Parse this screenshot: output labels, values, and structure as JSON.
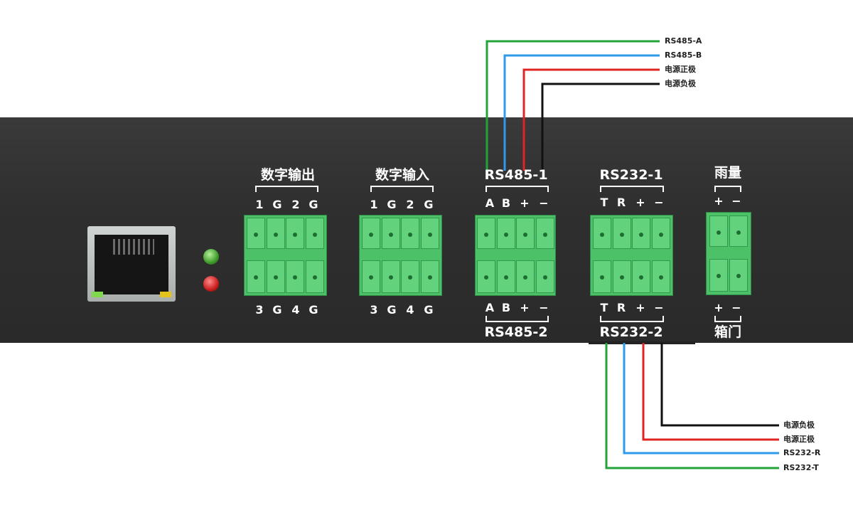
{
  "groups": {
    "do_title": "数字输出",
    "di_title": "数字输入",
    "rs485_1": "RS485-1",
    "rs485_2": "RS485-2",
    "rs232_1": "RS232-1",
    "rs232_2": "RS232-2",
    "rain": "雨量",
    "door": "箱门"
  },
  "pins": {
    "do_top": [
      "1",
      "G",
      "2",
      "G"
    ],
    "do_bottom": [
      "3",
      "G",
      "4",
      "G"
    ],
    "di_top": [
      "1",
      "G",
      "2",
      "G"
    ],
    "di_bottom": [
      "3",
      "G",
      "4",
      "G"
    ],
    "rs485_top": [
      "A",
      "B",
      "+",
      "−"
    ],
    "rs485_bottom": [
      "A",
      "B",
      "+",
      "−"
    ],
    "rs232_top": [
      "T",
      "R",
      "+",
      "−"
    ],
    "rs232_bottom": [
      "T",
      "R",
      "+",
      "−"
    ],
    "rain": [
      "+",
      "−"
    ],
    "door": [
      "+",
      "−"
    ]
  },
  "wires_top": [
    {
      "label": "RS485-A",
      "color": "#22a33a"
    },
    {
      "label": "RS485-B",
      "color": "#2f9be8"
    },
    {
      "label": "电源正极",
      "color": "#e02424"
    },
    {
      "label": "电源负极",
      "color": "#111111"
    }
  ],
  "wires_bottom": [
    {
      "label": "电源负极",
      "color": "#111111"
    },
    {
      "label": "电源正极",
      "color": "#e02424"
    },
    {
      "label": "RS232-R",
      "color": "#2f9be8"
    },
    {
      "label": "RS232-T",
      "color": "#22a33a"
    }
  ],
  "leds": {
    "status_1": "#3d9a2a",
    "status_2": "#c81d1d"
  },
  "connector_color": "#4cc168"
}
